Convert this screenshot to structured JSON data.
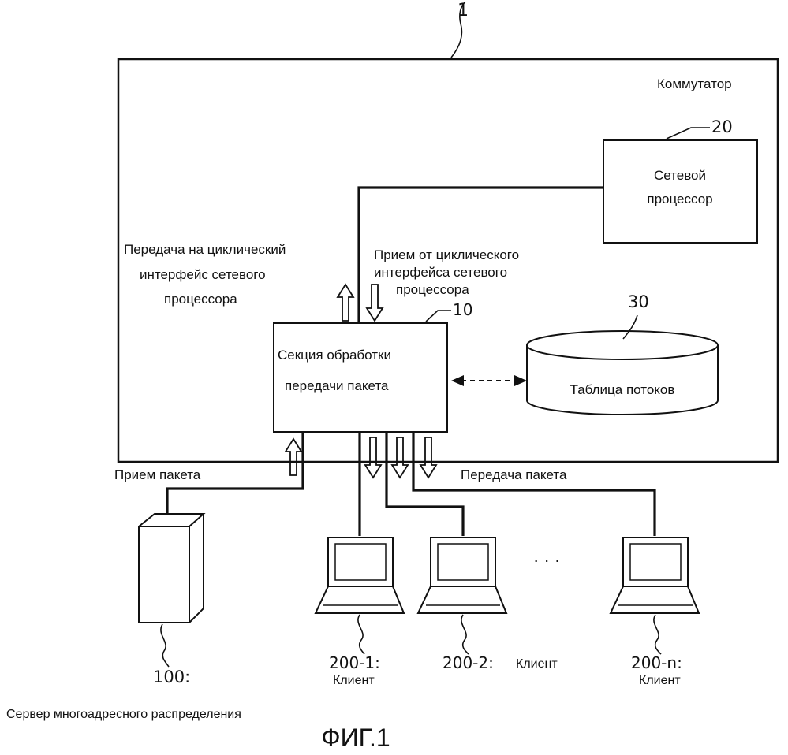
{
  "switch": {
    "ref": "1",
    "label": "Коммутатор"
  },
  "network_processor": {
    "ref": "20",
    "line1": "Сетевой",
    "line2": "процессор"
  },
  "packet_section": {
    "ref": "10",
    "line1": "Секция обработки",
    "line2": "передачи пакета"
  },
  "flow_table": {
    "ref": "30",
    "label": "Таблица потоков"
  },
  "tx_loop": {
    "line1": "Передача на циклический",
    "line2": "интерфейс сетевого",
    "line3": "процессора"
  },
  "rx_loop": {
    "line1": "Прием от циклического",
    "line2": "интерфейса сетевого",
    "line3": "процессора"
  },
  "packet_rx": "Прием пакета",
  "packet_tx": "Передача пакета",
  "server": {
    "ref": "100:",
    "label": "Сервер многоадресного распределения"
  },
  "clients": [
    {
      "ref": "200-1:",
      "label": "Клиент"
    },
    {
      "ref": "200-2:",
      "label": "Клиент"
    },
    {
      "ref": "200-n:",
      "label": "Клиент"
    }
  ],
  "ellipsis": "· · ·",
  "figure_caption": "ФИГ.1"
}
